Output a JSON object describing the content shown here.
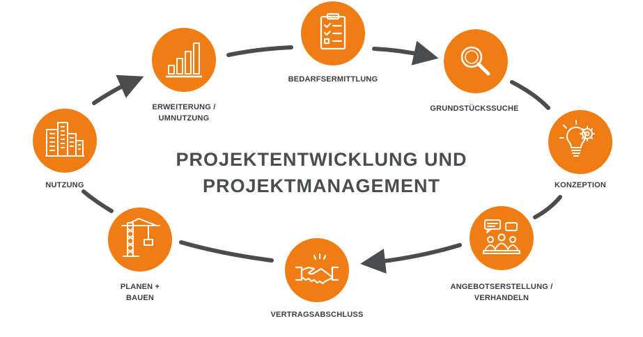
{
  "title": {
    "line1": "PROJEKTENTWICKLUNG UND",
    "line2": "PROJEKTMANAGEMENT"
  },
  "colors": {
    "accent": "#f07c14",
    "connector": "#4a4d4f",
    "text": "#3c3c3c"
  },
  "steps": [
    {
      "icon": "checklist-icon",
      "line1": "BEDARFSERMITTLUNG",
      "line2": ""
    },
    {
      "icon": "magnifier-icon",
      "line1": "GRUNDSTÜCKSSUCHE",
      "line2": ""
    },
    {
      "icon": "lightbulb-gear-icon",
      "line1": "KONZEPTION",
      "line2": ""
    },
    {
      "icon": "meeting-icon",
      "line1": "ANGEBOTSERSTELLUNG /",
      "line2": "VERHANDELN"
    },
    {
      "icon": "handshake-icon",
      "line1": "VERTRAGSABSCHLUSS",
      "line2": ""
    },
    {
      "icon": "crane-icon",
      "line1": "PLANEN +",
      "line2": "BAUEN"
    },
    {
      "icon": "city-buildings-icon",
      "line1": "NUTZUNG",
      "line2": ""
    },
    {
      "icon": "bar-chart-icon",
      "line1": "ERWEITERUNG /",
      "line2": "UMNUTZUNG"
    }
  ]
}
